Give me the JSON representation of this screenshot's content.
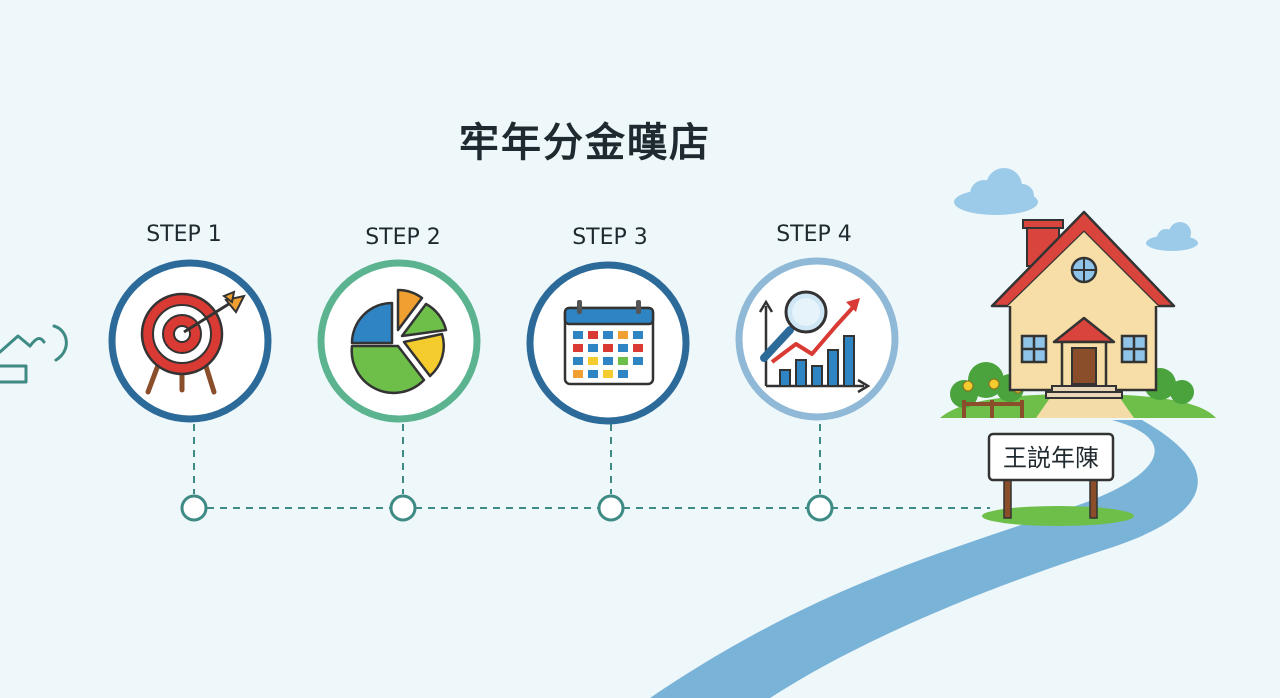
{
  "title": "牢年分金暵店",
  "steps": [
    {
      "label": "STEP 1",
      "icon": "target-icon",
      "ring_color": "#2c6a99"
    },
    {
      "label": "STEP 2",
      "icon": "pie-chart-icon",
      "ring_color": "#5bb48f"
    },
    {
      "label": "STEP 3",
      "icon": "calendar-icon",
      "ring_color": "#2c6a99"
    },
    {
      "label": "STEP 4",
      "icon": "growth-analysis-icon",
      "ring_color": "#8fb9d6"
    }
  ],
  "destination": {
    "sign_text": "王説年陳",
    "icon": "house-icon"
  },
  "colors": {
    "background": "#eef7fa",
    "timeline": "#3e8a85",
    "road": "#7ab3d8",
    "roof": "#d9443c",
    "house_wall": "#f6dea6"
  }
}
